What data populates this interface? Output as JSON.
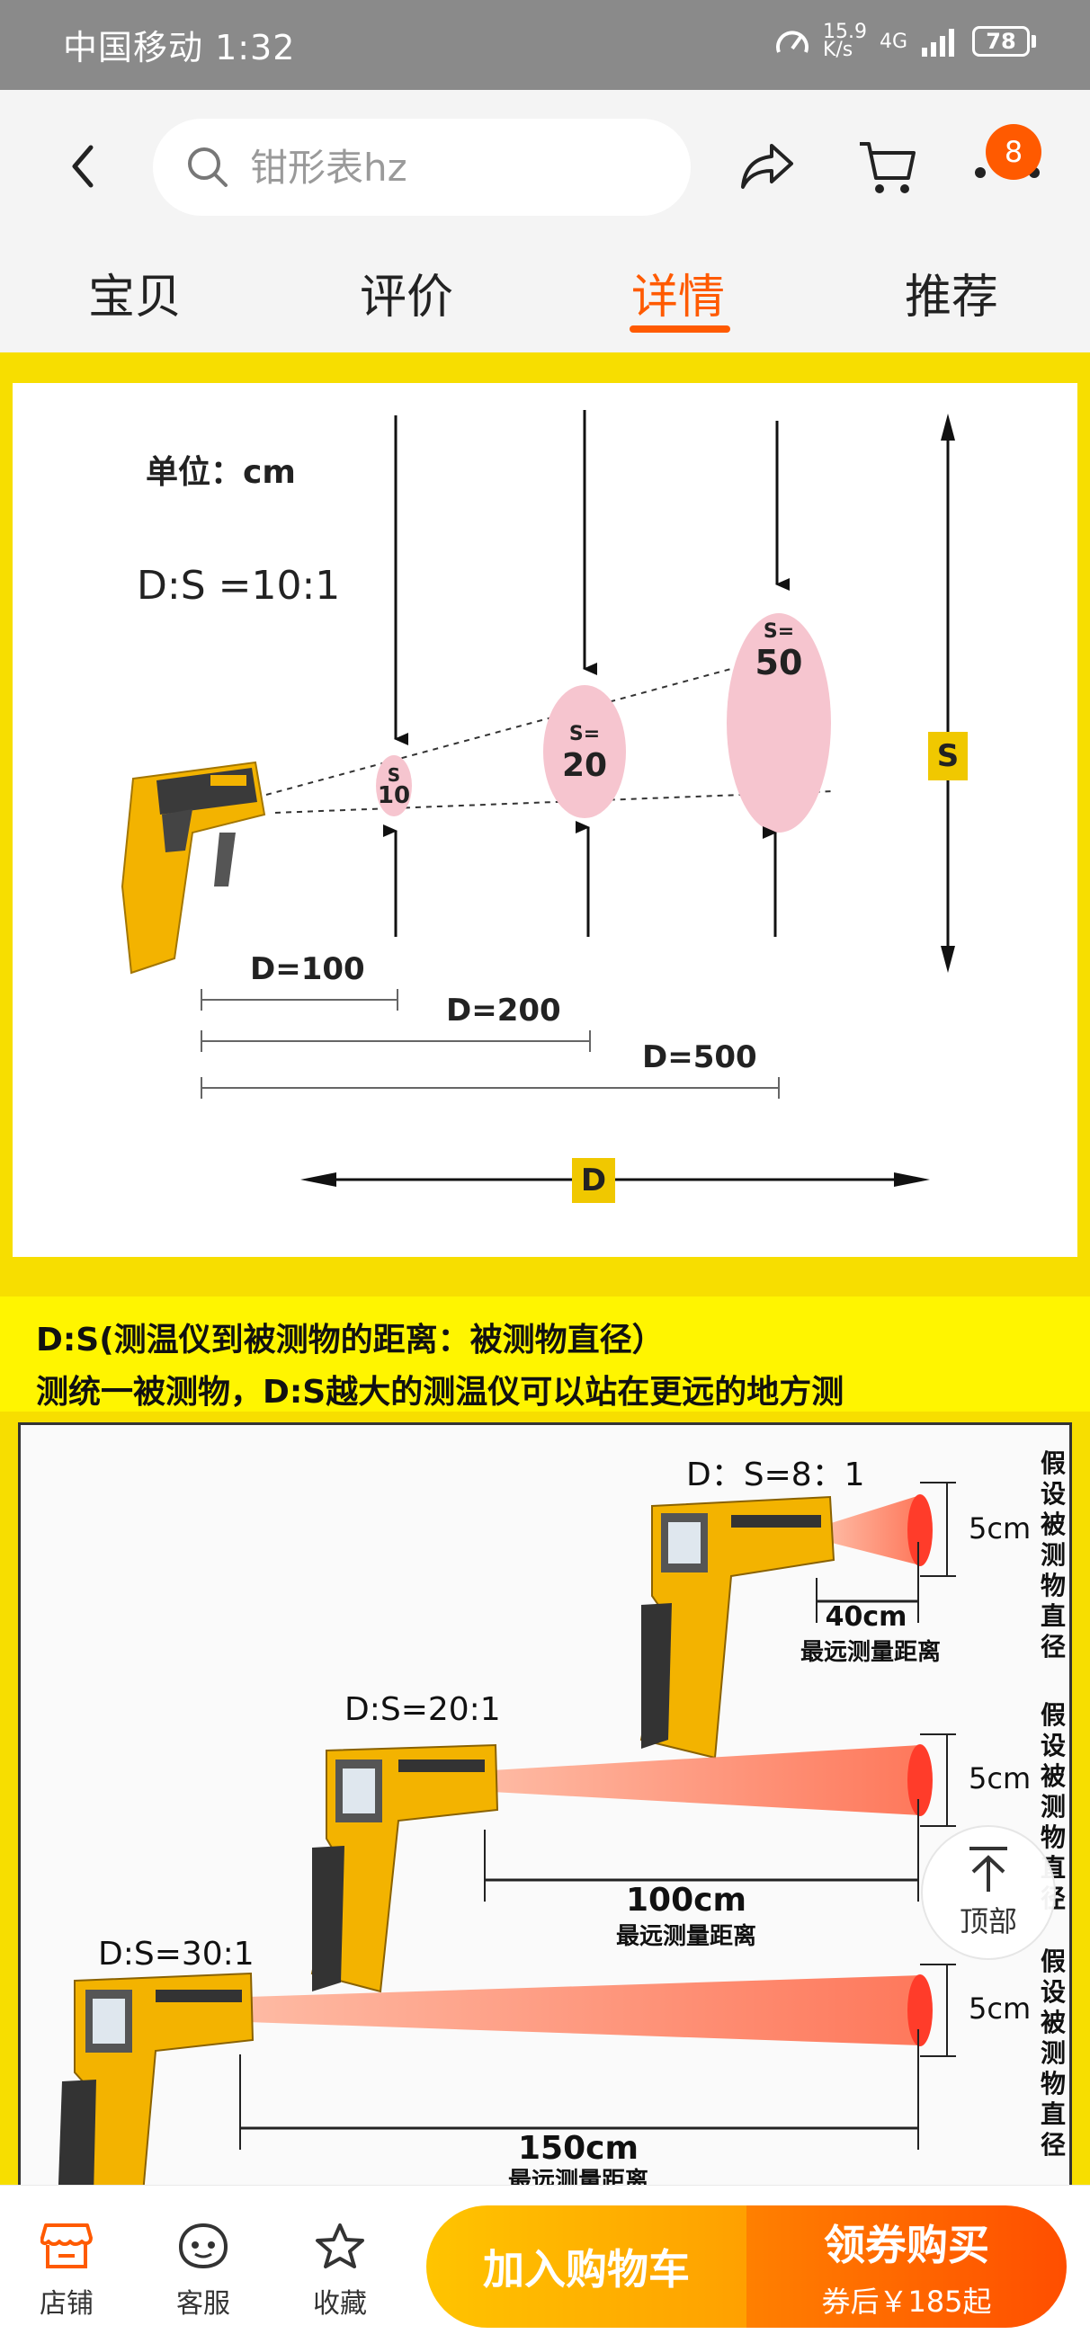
{
  "status_bar": {
    "carrier_time": "中国移动 1:32",
    "net_speed": "15.9",
    "net_unit": "K/s",
    "network": "4G",
    "battery": "78"
  },
  "nav": {
    "search_placeholder": "钳形表hz",
    "cart_badge": "8"
  },
  "tabs": [
    {
      "label": "宝贝",
      "active": false
    },
    {
      "label": "评价",
      "active": false
    },
    {
      "label": "详情",
      "active": true
    },
    {
      "label": "推荐",
      "active": false
    }
  ],
  "figure1": {
    "unit": "单位：cm",
    "ratio": "D:S =10:1",
    "spots": [
      {
        "top": "S",
        "value": "10"
      },
      {
        "top": "S=",
        "value": "20"
      },
      {
        "top": "S=",
        "value": "50"
      }
    ],
    "distances": [
      "D=100",
      "D=200",
      "D=500"
    ],
    "axis_s": "S",
    "axis_d": "D"
  },
  "caption": {
    "line1": "D:S(测温仪到被测物的距离：被测物直径）",
    "line2": "测统一被测物，D:S越大的测温仪可以站在更远的地方测"
  },
  "figure2": {
    "rows": [
      {
        "ratio": "D：S=8：1",
        "size": "5cm",
        "distance": "40cm",
        "sub": "最远测量距离",
        "note": "假设被测物直径"
      },
      {
        "ratio": "D:S=20:1",
        "size": "5cm",
        "distance": "100cm",
        "sub": "最远测量距离",
        "note": "假设被测物直径"
      },
      {
        "ratio": "D:S=30:1",
        "size": "5cm",
        "distance": "150cm",
        "sub": "最远测量距离",
        "note": "假设被测物直径"
      }
    ]
  },
  "back_to_top": "顶部",
  "bottom_bar": {
    "store": "店铺",
    "service": "客服",
    "favorite": "收藏",
    "add_cart": "加入购物车",
    "buy_main": "领券购买",
    "buy_sub": "券后￥185起"
  },
  "colors": {
    "accent": "#ff5a00",
    "figure_yellow": "#f7de00",
    "spot_pink": "#f6c5cf",
    "beam_red": "#ff7a5a"
  }
}
